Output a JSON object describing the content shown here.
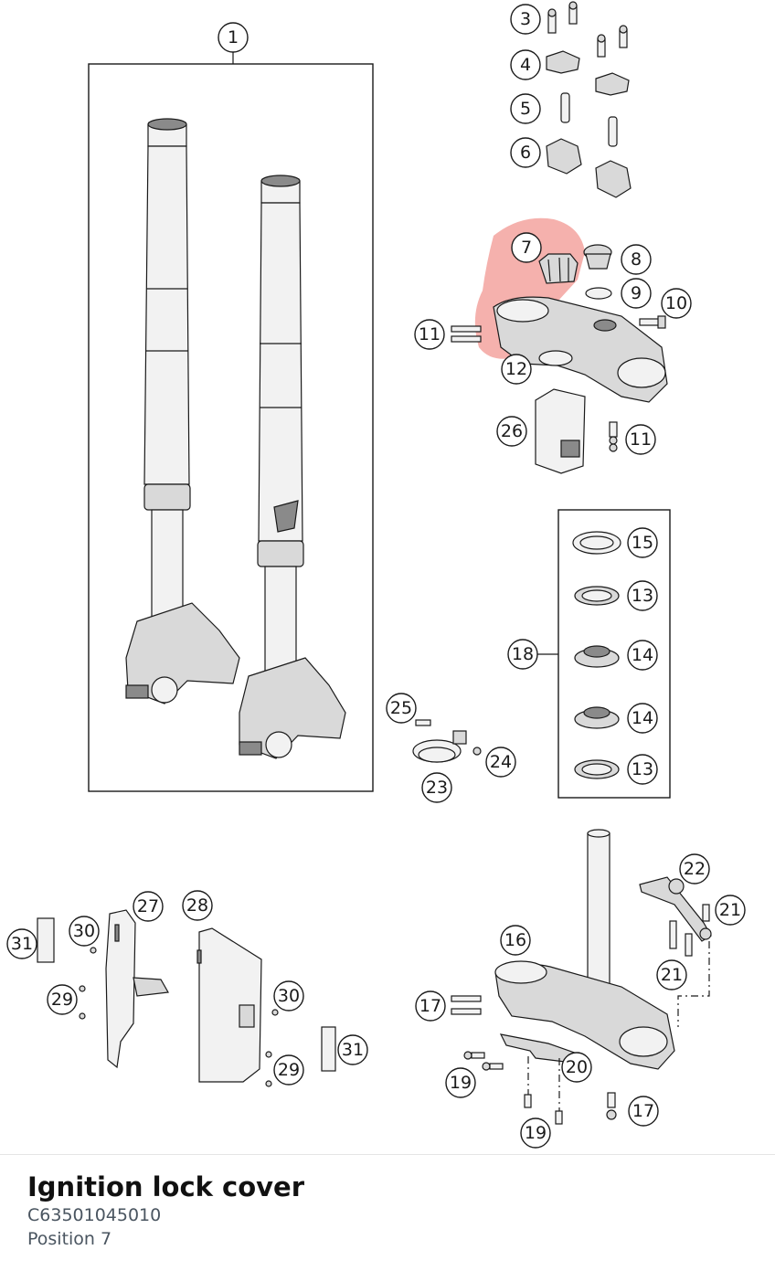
{
  "highlight_color": "#e8524a",
  "callouts": [
    {
      "id": "c1",
      "label": "1"
    },
    {
      "id": "c3",
      "label": "3"
    },
    {
      "id": "c4",
      "label": "4"
    },
    {
      "id": "c5",
      "label": "5"
    },
    {
      "id": "c6",
      "label": "6"
    },
    {
      "id": "c7",
      "label": "7"
    },
    {
      "id": "c8",
      "label": "8"
    },
    {
      "id": "c9",
      "label": "9"
    },
    {
      "id": "c10",
      "label": "10"
    },
    {
      "id": "c11a",
      "label": "11"
    },
    {
      "id": "c12",
      "label": "12"
    },
    {
      "id": "c26",
      "label": "26"
    },
    {
      "id": "c11b",
      "label": "11"
    },
    {
      "id": "c15",
      "label": "15"
    },
    {
      "id": "c13a",
      "label": "13"
    },
    {
      "id": "c18",
      "label": "18"
    },
    {
      "id": "c14a",
      "label": "14"
    },
    {
      "id": "c14b",
      "label": "14"
    },
    {
      "id": "c13b",
      "label": "13"
    },
    {
      "id": "c25",
      "label": "25"
    },
    {
      "id": "c24",
      "label": "24"
    },
    {
      "id": "c23",
      "label": "23"
    },
    {
      "id": "c22",
      "label": "22"
    },
    {
      "id": "c21a",
      "label": "21"
    },
    {
      "id": "c21b",
      "label": "21"
    },
    {
      "id": "c16",
      "label": "16"
    },
    {
      "id": "c17a",
      "label": "17"
    },
    {
      "id": "c20",
      "label": "20"
    },
    {
      "id": "c19a",
      "label": "19"
    },
    {
      "id": "c19b",
      "label": "19"
    },
    {
      "id": "c17b",
      "label": "17"
    },
    {
      "id": "c27",
      "label": "27"
    },
    {
      "id": "c28",
      "label": "28"
    },
    {
      "id": "c31a",
      "label": "31"
    },
    {
      "id": "c30a",
      "label": "30"
    },
    {
      "id": "c29a",
      "label": "29"
    },
    {
      "id": "c30b",
      "label": "30"
    },
    {
      "id": "c29b",
      "label": "29"
    },
    {
      "id": "c31b",
      "label": "31"
    }
  ],
  "footer": {
    "title": "Ignition lock cover",
    "part_number": "C63501045010",
    "position": "Position 7"
  }
}
